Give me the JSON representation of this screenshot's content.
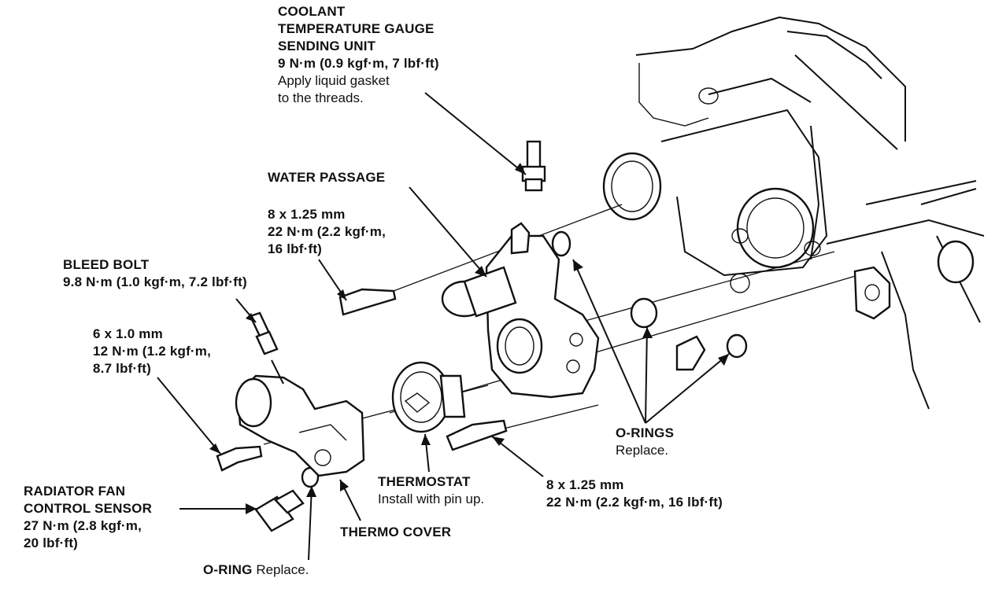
{
  "labels": {
    "coolant_sensor": {
      "name_lines": [
        "COOLANT",
        "TEMPERATURE GAUGE",
        "SENDING UNIT"
      ],
      "torque": "9 N·m (0.9 kgf·m, 7 lbf·ft)",
      "note_lines": [
        "Apply liquid gasket",
        "to the threads."
      ]
    },
    "water_passage": {
      "name": "WATER PASSAGE"
    },
    "upper_bolt": {
      "size": "8 x 1.25 mm",
      "torque_lines": [
        "22 N·m (2.2 kgf·m,",
        "16 lbf·ft)"
      ]
    },
    "bleed_bolt": {
      "name": "BLEED BOLT",
      "torque": "9.8 N·m (1.0 kgf·m, 7.2 lbf·ft)"
    },
    "small_bolt": {
      "size": "6 x 1.0 mm",
      "torque_lines": [
        "12 N·m (1.2 kgf·m,",
        "8.7 lbf·ft)"
      ]
    },
    "radiator_fan_sensor": {
      "name_lines": [
        "RADIATOR FAN",
        "CONTROL SENSOR"
      ],
      "torque_lines": [
        "27 N·m (2.8 kgf·m,",
        "20 lbf·ft)"
      ]
    },
    "o_ring_bottom": {
      "name": "O-RING",
      "note": "Replace."
    },
    "thermo_cover": {
      "name": "THERMO COVER"
    },
    "thermostat": {
      "name": "THERMOSTAT",
      "note": "Install with pin up."
    },
    "lower_bolt": {
      "size": "8 x 1.25 mm",
      "torque": "22 N·m (2.2 kgf·m, 16 lbf·ft)"
    },
    "o_rings": {
      "name": "O-RINGS",
      "note": "Replace."
    }
  }
}
